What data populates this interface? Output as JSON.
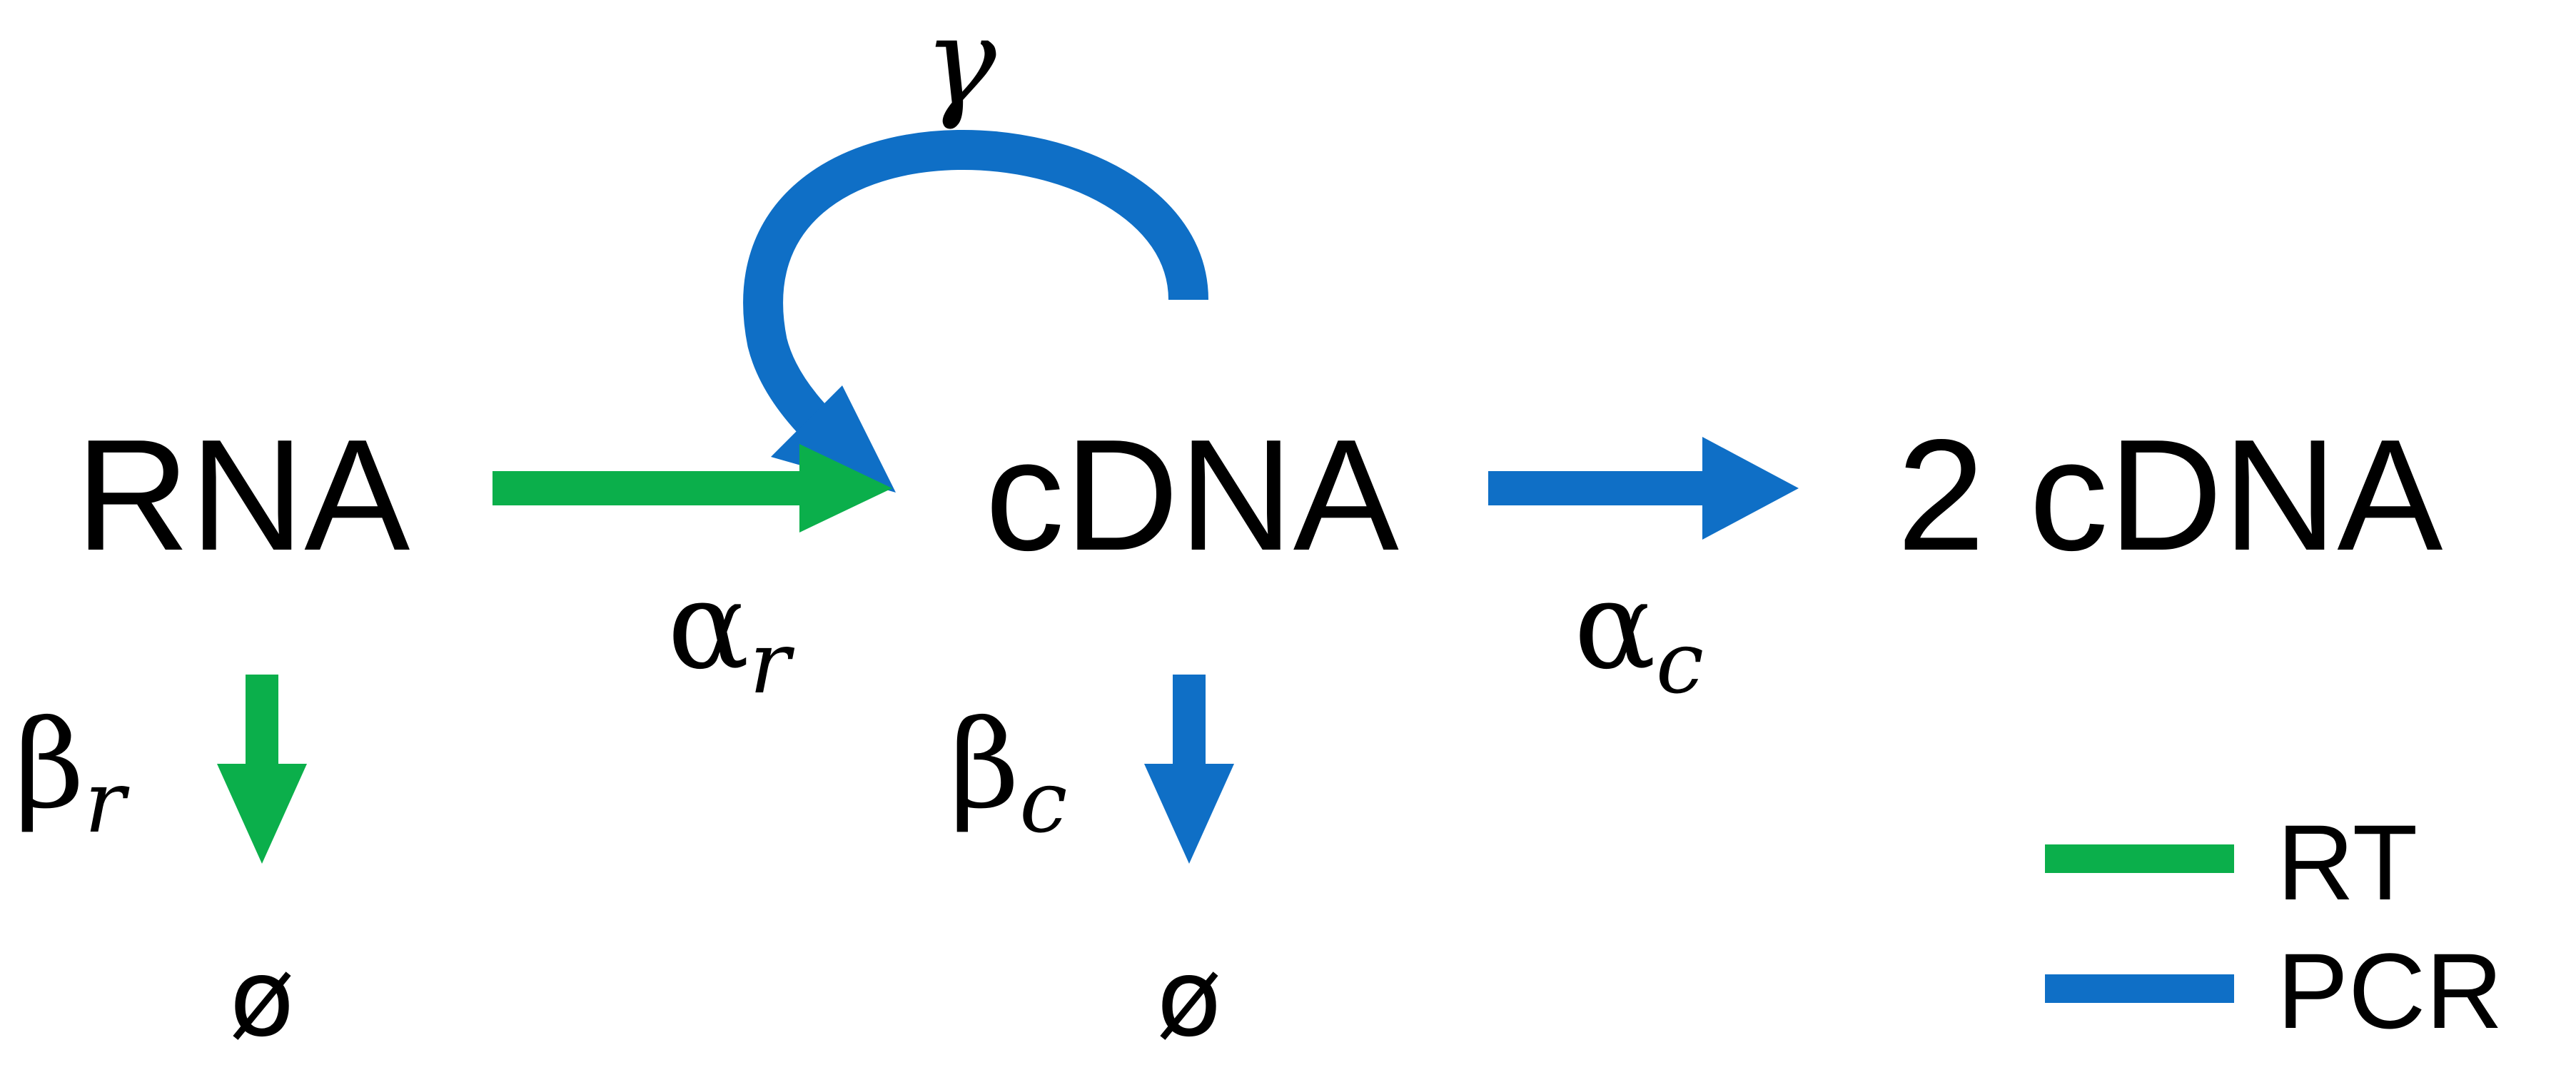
{
  "nodes": {
    "rna": "RNA",
    "cdna": "cDNA",
    "two_cdna": "2 cDNA",
    "rna_sink": "ø",
    "cdna_sink": "ø"
  },
  "rates": {
    "gamma": "γ",
    "alpha_r": {
      "symbol": "α",
      "subscript": "r"
    },
    "alpha_c": {
      "symbol": "α",
      "subscript": "c"
    },
    "beta_r": {
      "symbol": "β",
      "subscript": "r"
    },
    "beta_c": {
      "symbol": "β",
      "subscript": "c"
    }
  },
  "legend": {
    "rt": "RT",
    "pcr": "PCR"
  },
  "colors": {
    "rt": "#0BAF4B",
    "pcr": "#0F6FC6",
    "text": "#000000"
  }
}
